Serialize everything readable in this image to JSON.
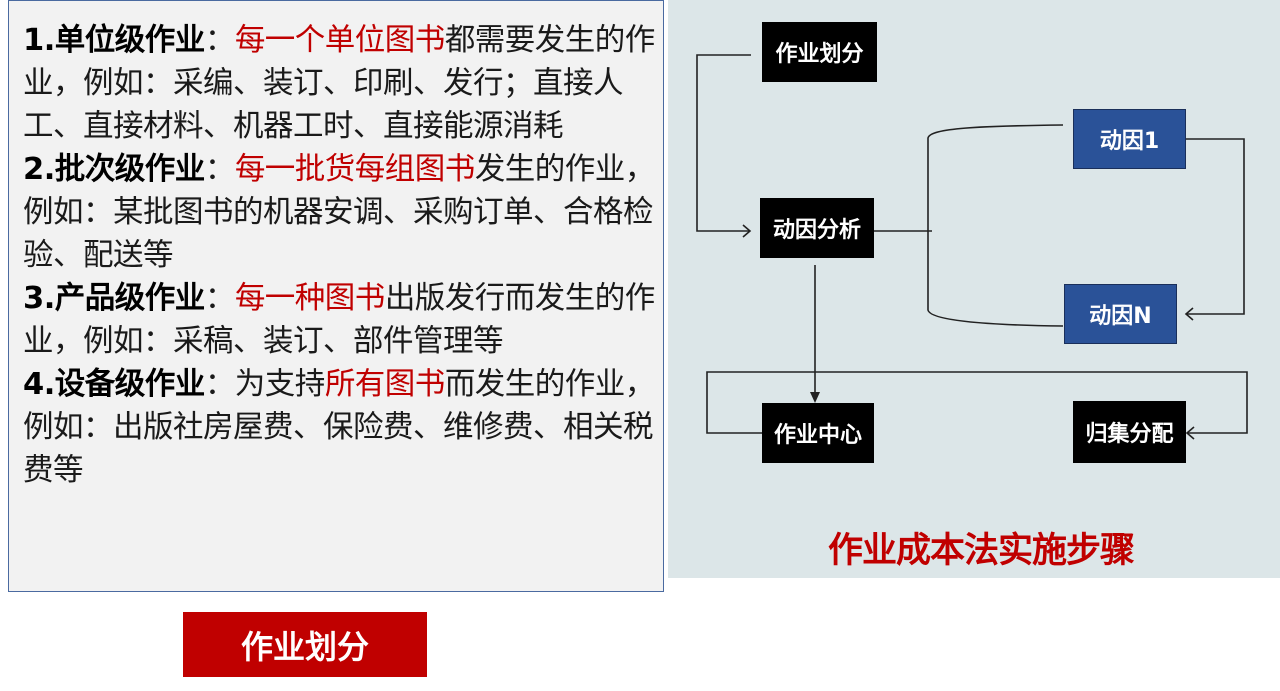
{
  "items": [
    {
      "head": "1.单位级作业",
      "colon": "：",
      "red": "每一个单位图书",
      "rest": "都需要发生的作业，例如：采编、装订、印刷、发行；直接人工、直接材料、机器工时、直接能源消耗"
    },
    {
      "head": "2.批次级作业",
      "colon": "：",
      "red": "每一批货每组图书",
      "rest": "发生的作业，例如：某批图书的机器安调、采购订单、合格检验、配送等"
    },
    {
      "head": "3.产品级作业",
      "colon": "：",
      "red": "每一种图书",
      "rest": "出版发行而发生的作业，例如：采稿、装订、部件管理等"
    },
    {
      "head": "4.设备级作业",
      "colon": "：为支持",
      "red": "所有图书",
      "rest": "而发生的作业，例如：出版社房屋费、保险费、维修费、相关税费等"
    }
  ],
  "diagram": {
    "nodes": {
      "division": "作业划分",
      "driver_analysis": "动因分析",
      "driver1": "动因1",
      "driverN": "动因N",
      "activity_center": "作业中心",
      "allocation": "归集分配"
    },
    "title": "作业成本法实施步骤"
  },
  "button_label": "作业划分",
  "colors": {
    "accent": "#c00000",
    "driver_box": "#2a5298",
    "panel": "#dce6e8"
  }
}
